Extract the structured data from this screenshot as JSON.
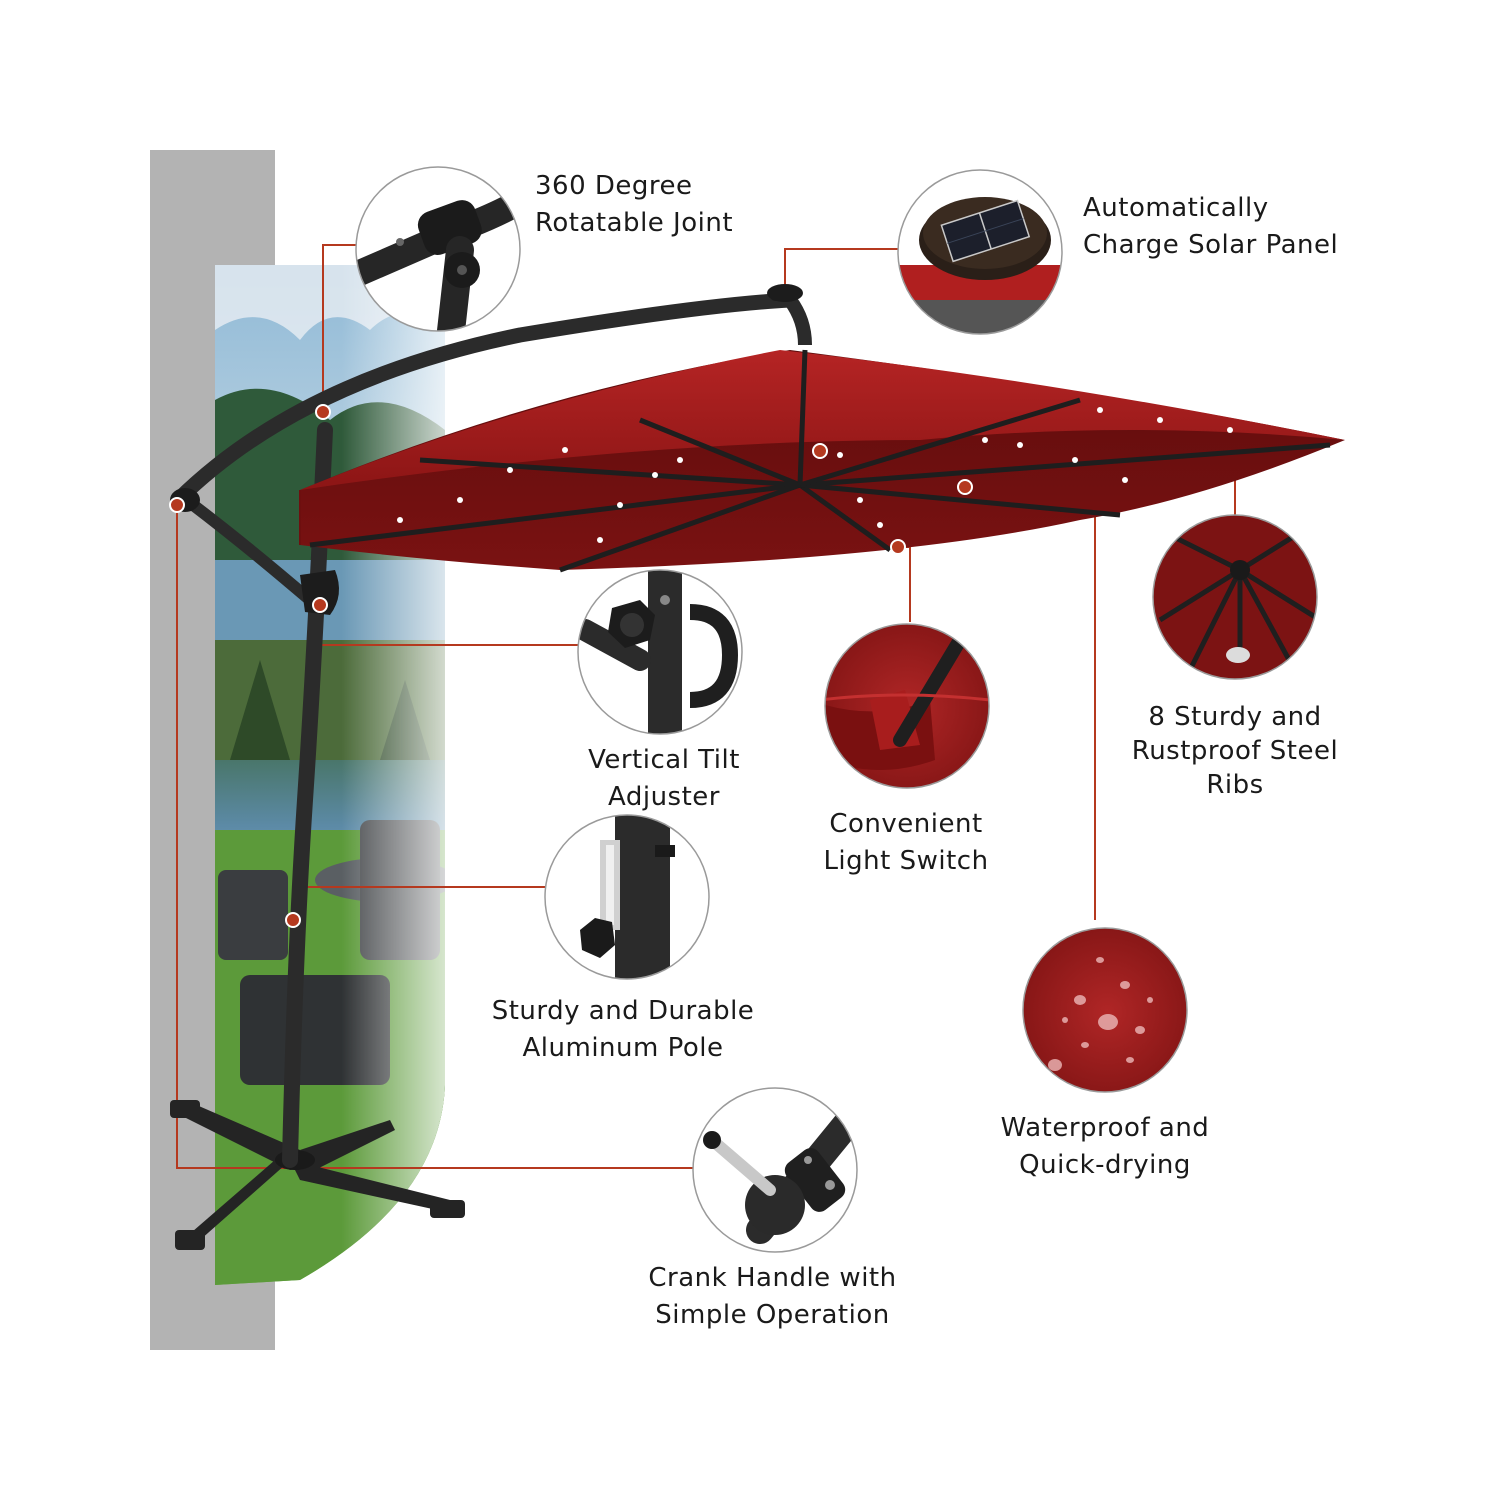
{
  "accent_color": "#b5391f",
  "canopy_color": "#9e1c1c",
  "frame_color": "#2b2b2b",
  "features": [
    {
      "id": "rotatable-joint",
      "lines": [
        "360 Degree",
        "Rotatable Joint"
      ],
      "icon": "rotatable-joint-closeup"
    },
    {
      "id": "solar-panel",
      "lines": [
        "Automatically",
        "Charge Solar Panel"
      ],
      "icon": "solar-panel-closeup"
    },
    {
      "id": "tilt-adjuster",
      "lines": [
        "Vertical Tilt",
        "Adjuster"
      ],
      "icon": "tilt-knob-closeup"
    },
    {
      "id": "light-switch",
      "lines": [
        "Convenient",
        "Light Switch"
      ],
      "icon": "light-switch-closeup"
    },
    {
      "id": "steel-ribs",
      "lines": [
        "8 Sturdy and",
        "Rustproof Steel",
        "Ribs"
      ],
      "icon": "ribs-closeup"
    },
    {
      "id": "aluminum-pole",
      "lines": [
        "Sturdy and Durable",
        "Aluminum Pole"
      ],
      "icon": "pole-clamp-closeup"
    },
    {
      "id": "waterproof",
      "lines": [
        "Waterproof and",
        "Quick-drying"
      ],
      "icon": "water-droplets-closeup"
    },
    {
      "id": "crank-handle",
      "lines": [
        "Crank Handle with",
        "Simple Operation"
      ],
      "icon": "crank-handle-closeup"
    }
  ]
}
